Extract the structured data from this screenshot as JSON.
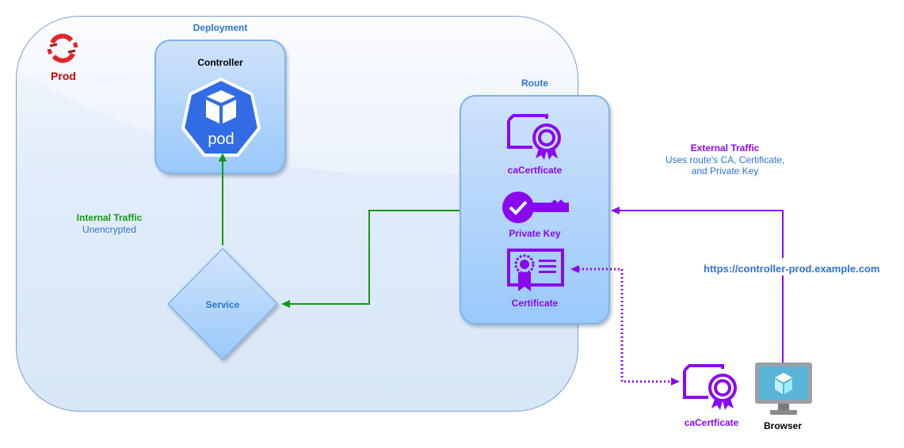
{
  "environment": {
    "label": "Prod",
    "logo_icon": "openshift-logo-icon"
  },
  "deployment": {
    "title": "Deployment",
    "card_label": "Controller",
    "pod_label": "pod"
  },
  "service": {
    "label": "Service"
  },
  "internal_traffic": {
    "title": "Internal Traffic",
    "subtitle": "Unencrypted"
  },
  "route": {
    "title": "Route",
    "items": [
      {
        "label": "caCertficate",
        "icon": "ca-certificate-icon"
      },
      {
        "label": "Private Key",
        "icon": "private-key-icon"
      },
      {
        "label": "Certificate",
        "icon": "certificate-icon"
      }
    ]
  },
  "external_traffic": {
    "title": "External Traffic",
    "line1": "Uses route's CA, Certificate,",
    "line2": "and Private Key"
  },
  "url": "https://controller-prod.example.com",
  "client": {
    "ca_label": "caCertficate",
    "browser_label": "Browser"
  },
  "colors": {
    "internal": "#119a11",
    "external": "#8a08f0",
    "label_blue": "#2d73d1",
    "prod_red": "#cc0000"
  }
}
